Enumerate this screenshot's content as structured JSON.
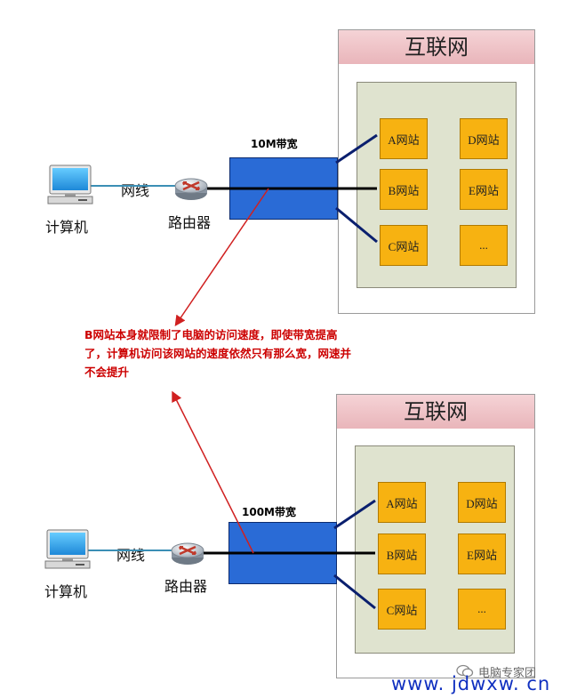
{
  "top": {
    "internet_title": "互联网",
    "bandwidth": "10M带宽",
    "computer_label": "计算机",
    "cable_label": "网线",
    "router_label": "路由器",
    "sites": [
      "A网站",
      "D网站",
      "B网站",
      "E网站",
      "C网站",
      "..."
    ]
  },
  "bottom": {
    "internet_title": "互联网",
    "bandwidth": "100M带宽",
    "computer_label": "计算机",
    "cable_label": "网线",
    "router_label": "路由器",
    "sites": [
      "A网站",
      "D网站",
      "B网站",
      "E网站",
      "C网站",
      "..."
    ]
  },
  "annotation": {
    "text": "B网站本身就限制了电脑的访问速度，即使带宽提高了，计算机访问该网站的速度依然只有那么宽，网速并不会提升",
    "color": "#cc0000"
  },
  "watermark": {
    "brand": "电脑专家团",
    "url": "www. jdwxw. cn"
  }
}
